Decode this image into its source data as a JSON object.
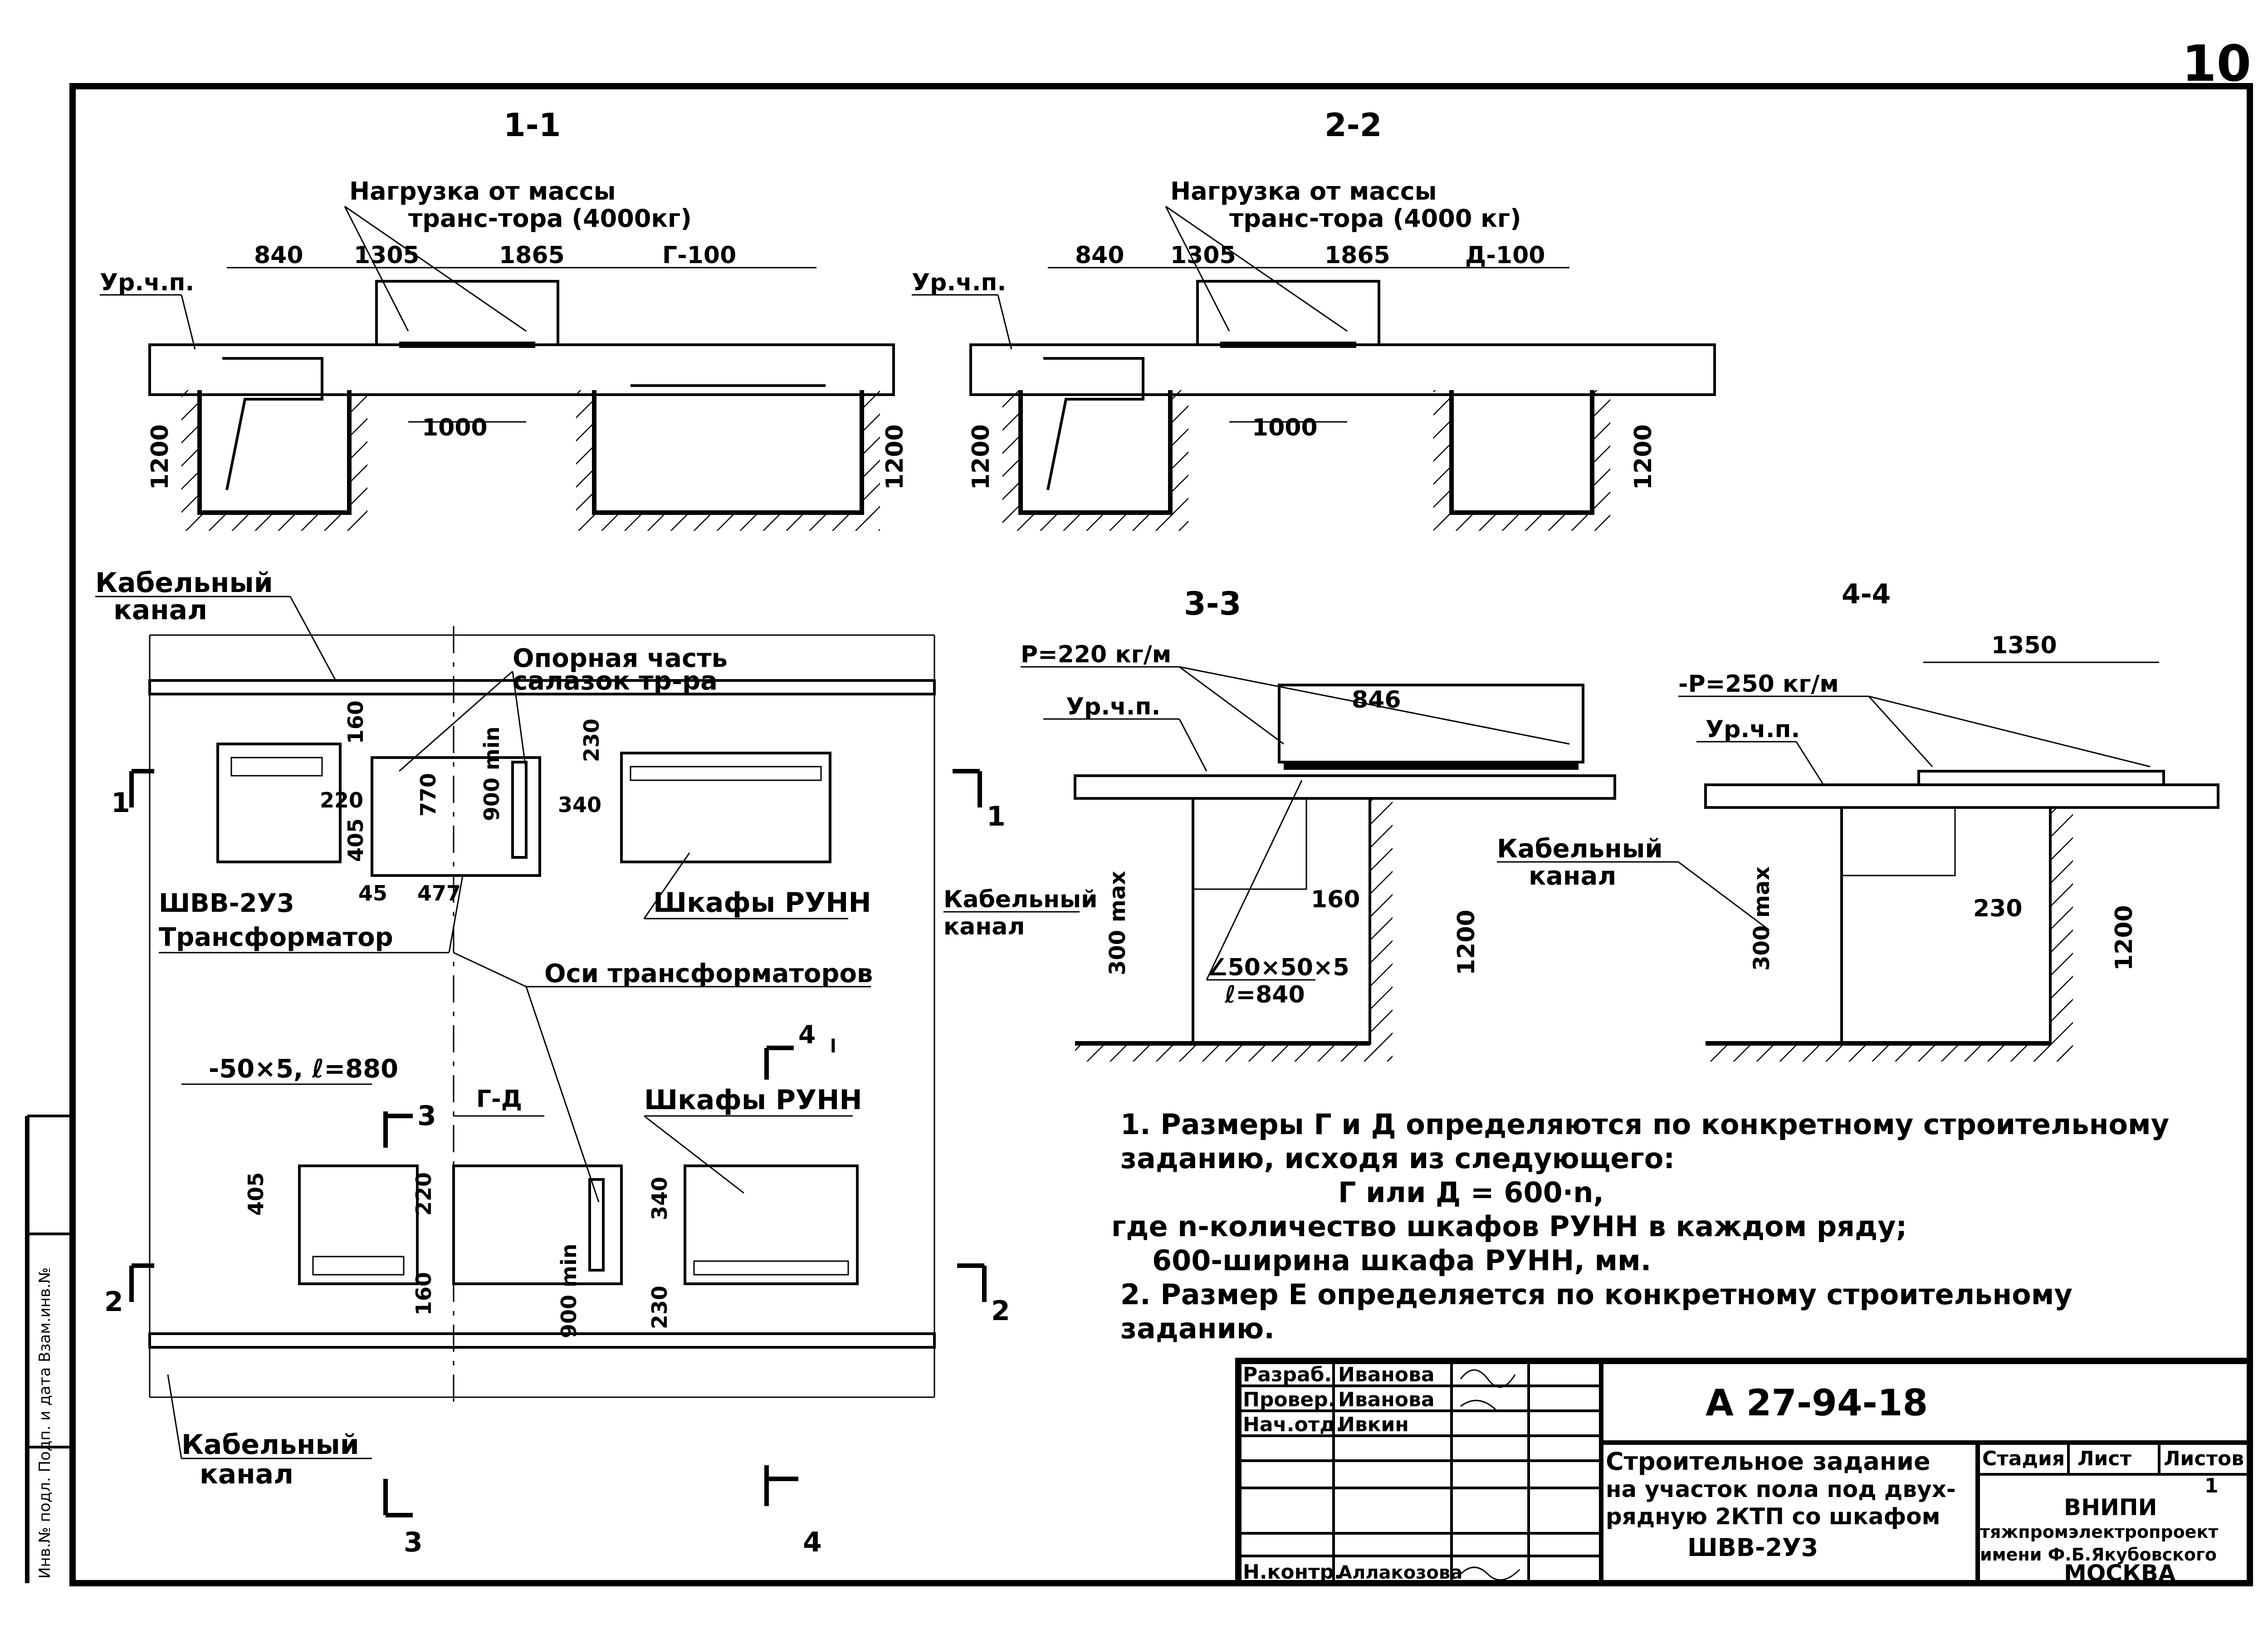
{
  "sheet_number": "10",
  "sections": {
    "s11": {
      "label": "1-1",
      "load_note_1": "Нагрузка от массы",
      "load_note_2": "транс-тора (4000кг)",
      "level": "Ур.ч.п.",
      "dim_840": "840",
      "dim_1305": "1305",
      "dim_1865": "1865",
      "dim_g100": "Г-100",
      "dim_1000": "1000",
      "dim_1200_left": "1200",
      "dim_1200_right": "1200"
    },
    "s22": {
      "label": "2-2",
      "load_note_1": "Нагрузка от массы",
      "load_note_2": "транс-тора (4000 кг)",
      "level": "Ур.ч.п.",
      "dim_840": "840",
      "dim_1305": "1305",
      "dim_1865": "1865",
      "dim_d100": "Д-100",
      "dim_1000": "1000",
      "dim_1200_left": "1200",
      "dim_1200_right": "1200"
    },
    "s33": {
      "label": "3-3",
      "load": "Р=220 кг/м",
      "level": "Ур.ч.п.",
      "dim_846": "846",
      "cable": "Кабельный",
      "cable2": "канал",
      "dim_160": "160",
      "dim_300": "300 max",
      "dim_1200": "1200",
      "angle_1": "∠50×50×5",
      "angle_2": "ℓ=840"
    },
    "s44": {
      "label": "4-4",
      "dim_1350": "1350",
      "load": "-Р=250 кг/м",
      "level": "Ур.ч.п.",
      "cable": "Кабельный",
      "cable2": "канал",
      "dim_300": "300 max",
      "dim_230": "230",
      "dim_1200": "1200"
    }
  },
  "plan": {
    "cable_channel_top_1": "Кабельный",
    "cable_channel_top_2": "канал",
    "support_1": "Опорная часть",
    "support_2": "салазок тр-ра",
    "dim_160": "160",
    "dim_900a": "900 min",
    "dim_230a": "230",
    "dim_220a": "220",
    "dim_770": "770",
    "dim_340a": "340",
    "dim_405a": "405",
    "dim_45": "45",
    "dim_477": "477",
    "shv": "ШВВ-2У3",
    "transformer": "Трансформатор",
    "cabinets_1": "Шкафы РУНН",
    "axes": "Оси трансформаторов",
    "strip": "-50×5, ℓ=880",
    "gd": "Г-Д",
    "cabinets_2": "Шкафы РУНН",
    "dim_405b": "405",
    "dim_220b": "220",
    "dim_340b": "340",
    "dim_160b": "160",
    "dim_900b": "900 min",
    "dim_230b": "230",
    "cable_channel_bot_1": "Кабельный",
    "cable_channel_bot_2": "канал",
    "mark_1": "1",
    "mark_2": "2",
    "mark_3": "3",
    "mark_4": "4",
    "mark_l": "l"
  },
  "notes": {
    "line1": "1. Размеры Г и Д определяются по конкретному строительному",
    "line2": "заданию, исходя из следующего:",
    "line3": "Г или Д = 600·n,",
    "line4": "где n-количество шкафов РУНН в каждом ряду;",
    "line5": "600-ширина шкафа РУНН, мм.",
    "line6": "2. Размер Е определяется по конкретному строительному",
    "line7": "заданию."
  },
  "title_block": {
    "row1_role": "Разраб.",
    "row1_name": "Иванова",
    "row2_role": "Провер.",
    "row2_name": "Иванова",
    "row3_role": "Нач.отд.",
    "row3_name": "Ивкин",
    "control_role": "Н.контр.",
    "control_name": "Аллакозова",
    "doc_code": "А 27-94-18",
    "title_1": "Строительное задание",
    "title_2": "на участок пола под двух-",
    "title_3": "рядную 2КТП со шкафом",
    "title_4": "ШВВ-2У3",
    "stage": "Стадия",
    "sheet": "Лист",
    "sheets": "Листов",
    "sheets_value": "1",
    "org_1": "ВНИПИ",
    "org_2": "тяжпромэлектропроект",
    "org_3": "имени Ф.Б.Якубовского",
    "org_4": "МОСКВА"
  },
  "side_strip": "Инв.№ подл. Подп. и дата Взам.инв.№"
}
